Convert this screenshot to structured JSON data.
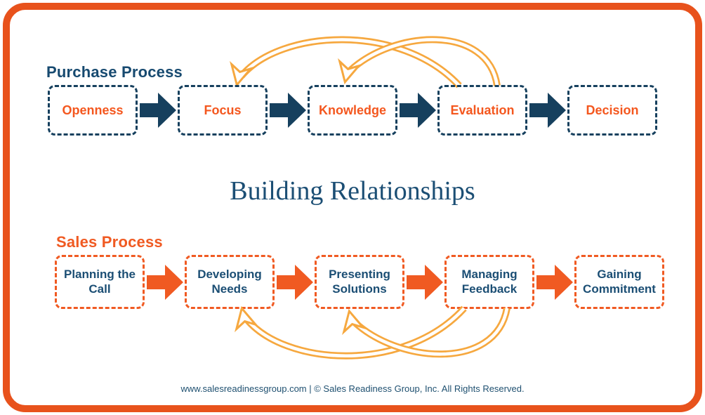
{
  "colors": {
    "card_border_orange": "#E8521C",
    "navy": "#16405E",
    "orange": "#F05A22",
    "amber_feedback_arrow": "#F6A83F",
    "navy_text": "#1B4E74",
    "orange_step_text": "#F4571E"
  },
  "icons": {
    "process_arrow": "block-arrow-right",
    "feedback_arrow": "curved-hollow-arrow"
  },
  "purchase_process": {
    "title": "Purchase Process",
    "steps": [
      "Openness",
      "Focus",
      "Knowledge",
      "Evaluation",
      "Decision"
    ]
  },
  "center_title": "Building Relationships",
  "sales_process": {
    "title": "Sales Process",
    "steps": [
      "Planning the Call",
      "Developing Needs",
      "Presenting Solutions",
      "Managing Feedback",
      "Gaining Commitment"
    ]
  },
  "footer": "www.salesreadinessgroup.com | © Sales Readiness Group, Inc. All Rights Reserved."
}
